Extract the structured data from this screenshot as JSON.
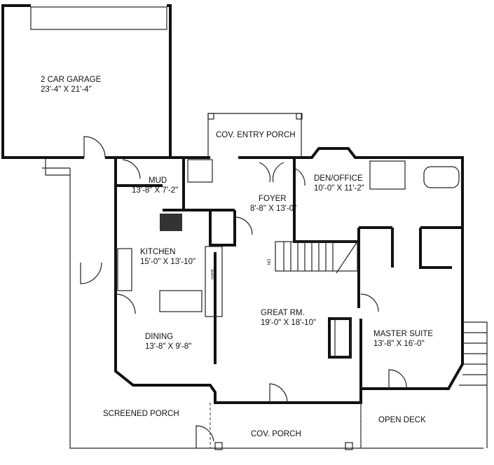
{
  "rooms": [
    {
      "id": "garage",
      "name": "2 CAR GARAGE",
      "size": "23'-4\" X 21'-4\""
    },
    {
      "id": "cov-entry-porch",
      "name": "COV. ENTRY PORCH",
      "size": ""
    },
    {
      "id": "mud",
      "name": "MUD",
      "size": "13'-8\" X 7'-2\""
    },
    {
      "id": "foyer",
      "name": "FOYER",
      "size": "8'-8\" X 13'-0\""
    },
    {
      "id": "den-office",
      "name": "DEN/OFFICE",
      "size": "10'-0\" X 11'-2\""
    },
    {
      "id": "kitchen",
      "name": "KITCHEN",
      "size": "15'-0\" X 13'-10\""
    },
    {
      "id": "great-room",
      "name": "GREAT RM.",
      "size": "19'-0\" X 18'-10\""
    },
    {
      "id": "dining",
      "name": "DINING",
      "size": "13'-8\" X 9'-8\""
    },
    {
      "id": "master-suite",
      "name": "MASTER SUITE",
      "size": "13'-8\" X 16'-0\""
    },
    {
      "id": "screened-porch",
      "name": "SCREENED PORCH",
      "size": ""
    },
    {
      "id": "cov-porch",
      "name": "COV. PORCH",
      "size": ""
    },
    {
      "id": "open-deck",
      "name": "OPEN DECK",
      "size": ""
    }
  ],
  "stair_label": "DN",
  "bar_label": "BAR"
}
